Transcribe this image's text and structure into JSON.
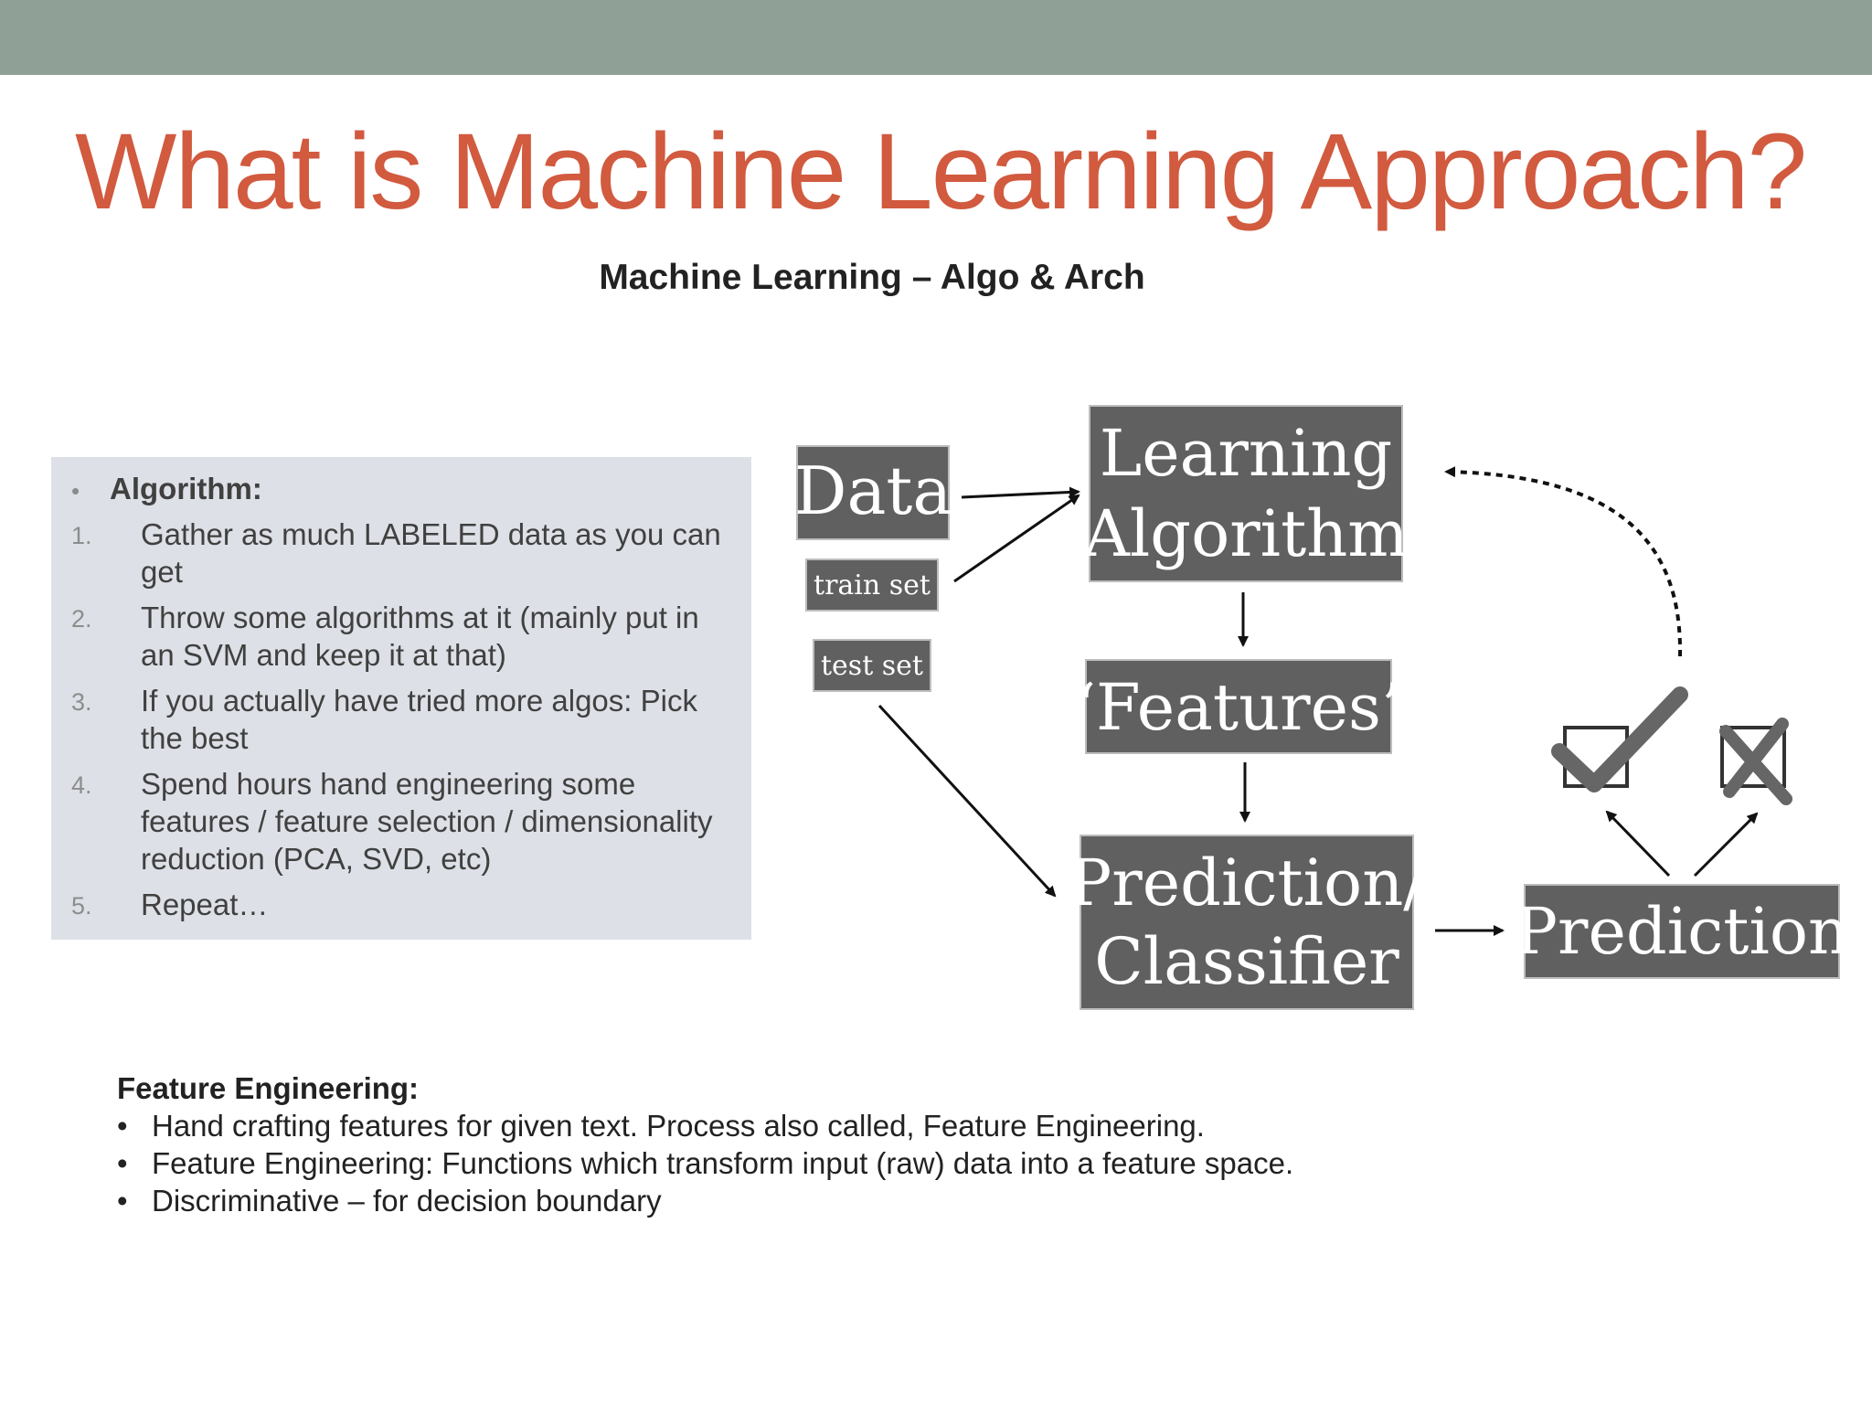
{
  "slide": {
    "title": "What is Machine Learning Approach?",
    "subtitle": "Machine Learning – Algo & Arch",
    "algorithm": {
      "heading": "Algorithm:",
      "steps": [
        {
          "num": "1.",
          "text": "Gather as much LABELED data as you can get"
        },
        {
          "num": "2.",
          "text": "Throw some algorithms at it (mainly put in an SVM and keep it at that)"
        },
        {
          "num": "3.",
          "text": "If you actually have tried more algos: Pick the best"
        },
        {
          "num": "4.",
          "text": "Spend hours hand engineering some features / feature selection / dimensionality reduction (PCA, SVD, etc)"
        },
        {
          "num": "5.",
          "text": "Repeat…"
        }
      ]
    },
    "diagram": {
      "data": "Data",
      "train_set": "train set",
      "test_set": "test set",
      "learning_line1": "Learning",
      "learning_line2": "Algorithm",
      "features": "“Features”",
      "classifier_line1": "Prediction/",
      "classifier_line2": "Classifier",
      "prediction": "Prediction",
      "box_color": "#606060",
      "icons": [
        "checkmark-icon",
        "cross-icon"
      ]
    },
    "feature_engineering": {
      "heading": "Feature Engineering:",
      "items": [
        "Hand crafting features for given text. Process also called, Feature Engineering.",
        "Feature Engineering: Functions which transform input (raw) data into a feature space.",
        "Discriminative – for decision boundary"
      ]
    },
    "colors": {
      "top_bar": "#8fa197",
      "title": "#d15a3f",
      "panel": "#dde0e6"
    }
  }
}
